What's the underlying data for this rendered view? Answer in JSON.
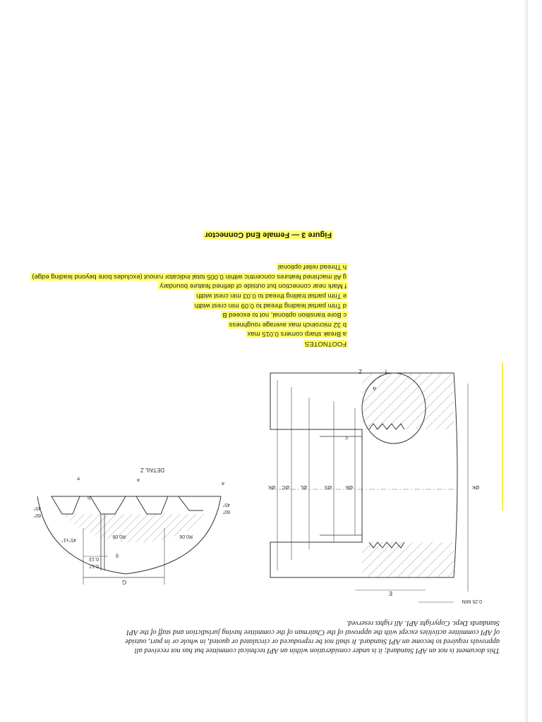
{
  "notice": {
    "line1": "This document is not an API Standard; it is under consideration within an API technical committee but has not received all",
    "line2": "approvals required to become an API Standard. It shall not be reproduced or circulated or quoted, in whole or in part, outside",
    "line3": "of API committee activities except with the approval of the Chairman of the committee having jurisdiction and staff of the API",
    "line4": "Standards Dept. Copyright API. All rights reserved."
  },
  "detail": {
    "title": "DETAIL Z",
    "g": "G",
    "d017": "0.17",
    "d013": "0.13",
    "r1": "R0.06",
    "r2": "R0.06",
    "ang1": "45°±1°",
    "ang2": "45°",
    "ang3": "60°",
    "ang4": "60°",
    "ang5": "45°",
    "leader_a1": "a",
    "leader_a2": "a",
    "leader_b": "b",
    "leader_g": "g",
    "leader_e": "e"
  },
  "main": {
    "minlabel": "0.25 MIN",
    "e": "E",
    "dk1": "ØK",
    "dc": "ØC",
    "dl": "ØL",
    "ds": "ØS",
    "db": "ØB",
    "dk2": "ØK",
    "z": "Z",
    "f": "f",
    "c": "c",
    "a": "a"
  },
  "footnotes": {
    "heading": "FOOTNOTES",
    "a": "a  Break sharp corners 0.015 max",
    "b": "b  32 microinch max average roughness",
    "c": "c  Bore transition optional, not to exceed B",
    "d": "d  Trim partial leading thread to 0.09 min crest width",
    "e": "e  Trim partial trailing thread to 0.03 min crest width",
    "f": "f  Mark near connection but outside of defined feature boundary",
    "g": "g  All machined features concentric within 0.005 total indicator runout (excludes bore beyond leading edge)",
    "h": "h  Thread relief optional"
  },
  "figure_title": "Figure 3 — Female End Connector",
  "colors": {
    "highlight": "#ffff66",
    "ink": "#333333"
  }
}
